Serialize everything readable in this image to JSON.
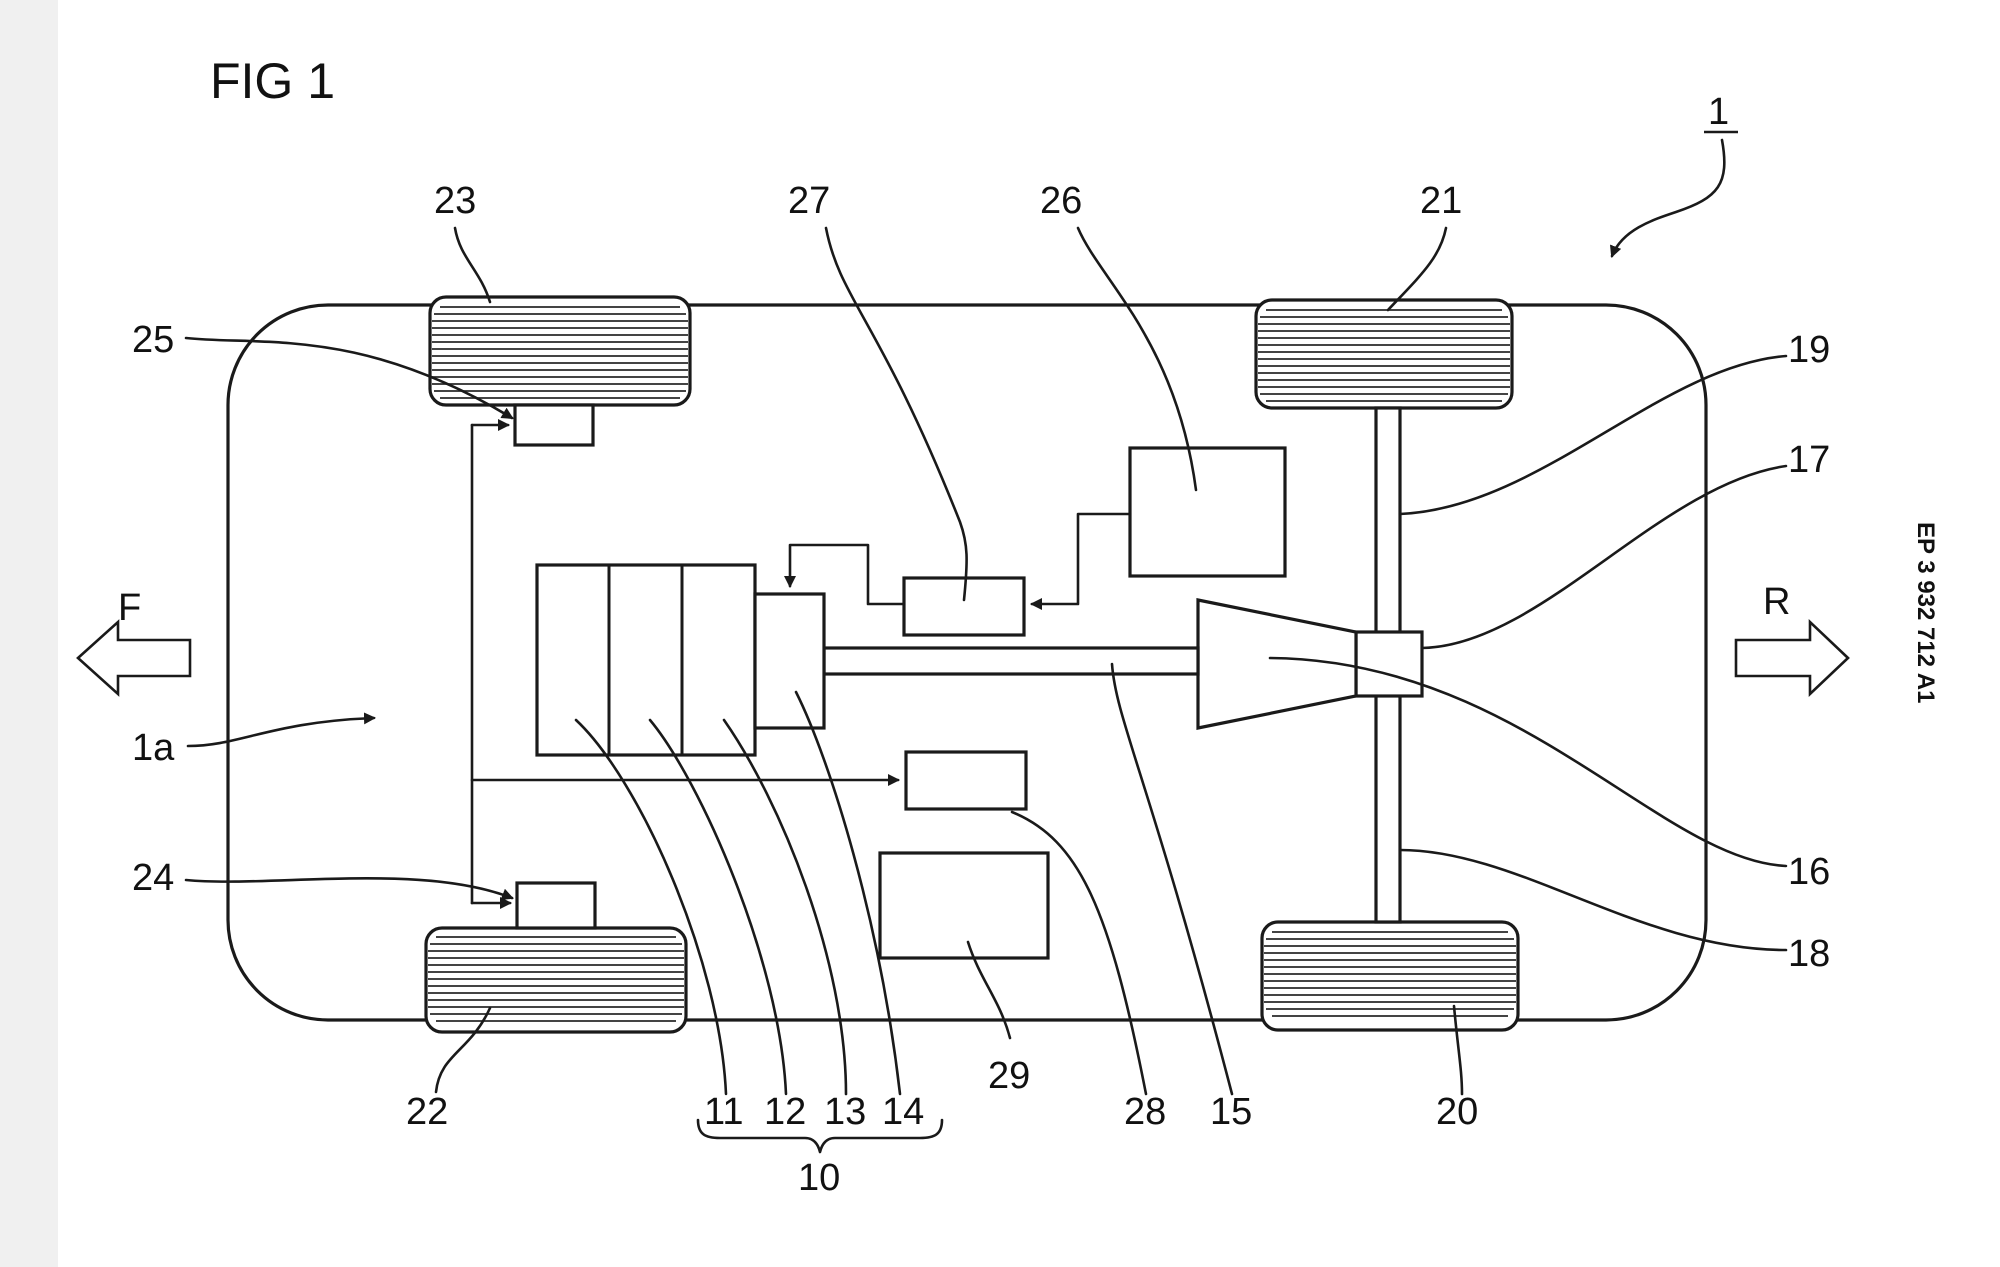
{
  "figure": {
    "title": "FIG 1",
    "publication_number": "EP 3 932 712 A1",
    "direction_front": "F",
    "direction_rear": "R"
  },
  "reference_numerals": {
    "vehicle": "1",
    "vehicle_interior": "1a",
    "drive_unit_group": "10",
    "n11": "11",
    "n12": "12",
    "n13": "13",
    "n14": "14",
    "n15": "15",
    "n16": "16",
    "n17": "17",
    "n18": "18",
    "n19": "19",
    "n20": "20",
    "n21": "21",
    "n22": "22",
    "n23": "23",
    "n24": "24",
    "n25": "25",
    "n26": "26",
    "n27": "27",
    "n28": "28",
    "n29": "29"
  }
}
